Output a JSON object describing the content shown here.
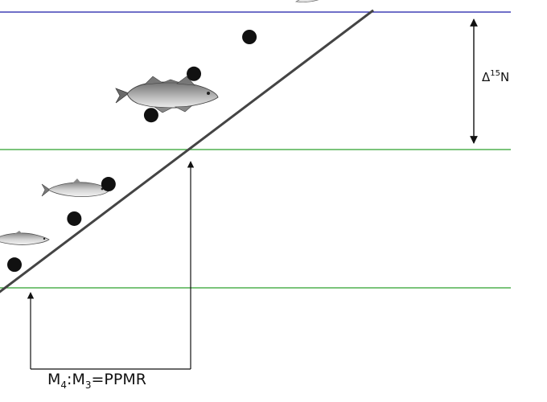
{
  "labels": {
    "delta_n_main": "Δ",
    "delta_n_sup": "15",
    "delta_n_tail": "N",
    "ratio_m1": "M",
    "ratio_s1": "4",
    "ratio_mid": ":M",
    "ratio_s2": "3",
    "ratio_tail": "=PPMR"
  },
  "colors": {
    "top_line": "#1a1aa6",
    "level_lines": "#2ca02c",
    "regression": "#444444",
    "points": "#111111",
    "arrows": "#111111"
  },
  "chart_data": {
    "type": "scatter",
    "points_x": [
      0.0,
      0.7,
      1.1,
      1.6,
      2.1,
      2.75
    ],
    "points_y": [
      0.55,
      1.55,
      2.3,
      3.8,
      4.7,
      5.5
    ],
    "regression": {
      "slope": 1.4,
      "intercept": 0.2
    },
    "level_lines": [
      1,
      4,
      6
    ],
    "organisms": [
      "sprat",
      "herring",
      "cod",
      "top-predator-fish"
    ]
  },
  "icons": {
    "small_fish": "sprat-icon",
    "medium_fish": "herring-icon",
    "large_fish": "cod-icon",
    "top_fish": "top-fish-icon"
  }
}
